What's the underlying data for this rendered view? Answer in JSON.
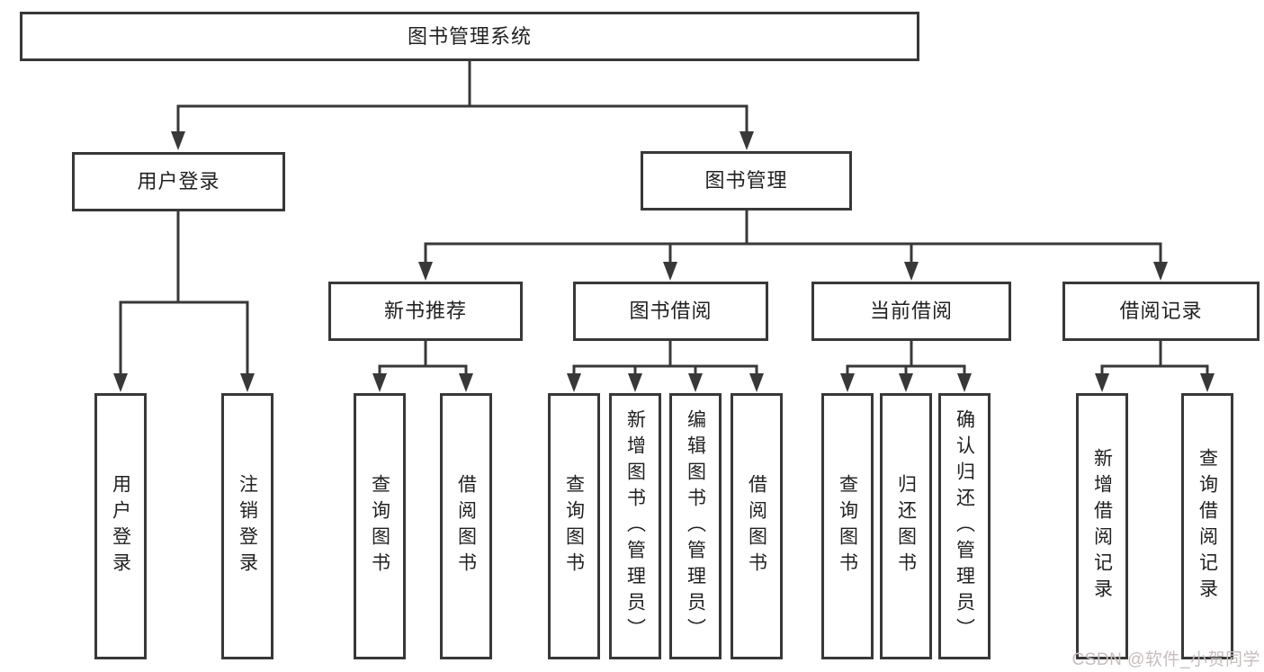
{
  "diagram": {
    "title": "图书管理系统",
    "type": "tree",
    "colors": {
      "line": "#383838",
      "box_border": "#383838",
      "text": "#212121",
      "background": "#ffffff",
      "watermark": "#c7bdbd"
    },
    "nodes": [
      {
        "id": "root",
        "label": "图书管理系统",
        "parent": null,
        "orientation": "horizontal"
      },
      {
        "id": "user-login",
        "label": "用户登录",
        "parent": "root",
        "orientation": "horizontal"
      },
      {
        "id": "book-mgmt",
        "label": "图书管理",
        "parent": "root",
        "orientation": "horizontal"
      },
      {
        "id": "new-book-rec",
        "label": "新书推荐",
        "parent": "book-mgmt",
        "orientation": "horizontal"
      },
      {
        "id": "book-borrow",
        "label": "图书借阅",
        "parent": "book-mgmt",
        "orientation": "horizontal"
      },
      {
        "id": "current-borrow",
        "label": "当前借阅",
        "parent": "book-mgmt",
        "orientation": "horizontal"
      },
      {
        "id": "borrow-records",
        "label": "借阅记录",
        "parent": "book-mgmt",
        "orientation": "horizontal"
      },
      {
        "id": "leaf-user-login",
        "label": "用户登录",
        "parent": "user-login",
        "orientation": "vertical"
      },
      {
        "id": "leaf-logout",
        "label": "注销登录",
        "parent": "user-login",
        "orientation": "vertical"
      },
      {
        "id": "leaf-query-books-1",
        "label": "查询图书",
        "parent": "new-book-rec",
        "orientation": "vertical"
      },
      {
        "id": "leaf-borrow-books-1",
        "label": "借阅图书",
        "parent": "new-book-rec",
        "orientation": "vertical"
      },
      {
        "id": "leaf-query-books-2",
        "label": "查询图书",
        "parent": "book-borrow",
        "orientation": "vertical"
      },
      {
        "id": "leaf-add-books",
        "label": "新增图书（管理员）",
        "parent": "book-borrow",
        "orientation": "vertical"
      },
      {
        "id": "leaf-edit-books",
        "label": "编辑图书（管理员）",
        "parent": "book-borrow",
        "orientation": "vertical"
      },
      {
        "id": "leaf-borrow-books-2",
        "label": "借阅图书",
        "parent": "book-borrow",
        "orientation": "vertical"
      },
      {
        "id": "leaf-query-books-3",
        "label": "查询图书",
        "parent": "current-borrow",
        "orientation": "vertical"
      },
      {
        "id": "leaf-return-books",
        "label": "归还图书",
        "parent": "current-borrow",
        "orientation": "vertical"
      },
      {
        "id": "leaf-confirm-return",
        "label": "确认归还（管理员）",
        "parent": "current-borrow",
        "orientation": "vertical"
      },
      {
        "id": "leaf-add-borrow-record",
        "label": "新增借阅记录",
        "parent": "borrow-records",
        "orientation": "vertical"
      },
      {
        "id": "leaf-query-borrow-record",
        "label": "查询借阅记录",
        "parent": "borrow-records",
        "orientation": "vertical"
      }
    ]
  },
  "watermark": "CSDN @软件_小贺同学"
}
